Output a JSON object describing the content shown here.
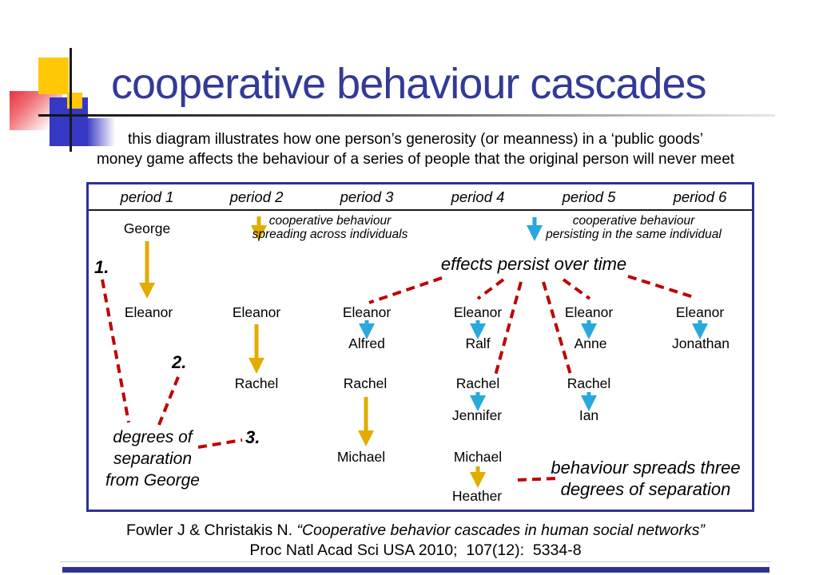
{
  "slide": {
    "title": "cooperative behaviour cascades",
    "subtitle_line1": "this diagram illustrates how one person’s generosity (or meanness) in a ‘public goods’",
    "subtitle_line2": "money game affects the behaviour of a series of people that the original person will never meet"
  },
  "diagram": {
    "periods": [
      "period 1",
      "period 2",
      "period 3",
      "period 4",
      "period 5",
      "period 6"
    ],
    "legend": {
      "spreading_line1": "cooperative behaviour",
      "spreading_line2": "spreading across individuals",
      "persisting_line1": "cooperative behaviour",
      "persisting_line2": "persisting in the same individual"
    },
    "annotations": {
      "effects": "effects persist over time",
      "degrees_line1": "degrees of",
      "degrees_line2": "separation",
      "degrees_line3": "from George",
      "spreads_line1": "behaviour spreads three",
      "spreads_line2": "degrees of separation",
      "marker1": "1.",
      "marker2": "2.",
      "marker3": "3."
    },
    "cascade": {
      "col1": {
        "p1": "George",
        "p2": "Eleanor"
      },
      "col2": {
        "p1": "Eleanor",
        "p2": "Rachel"
      },
      "col3": {
        "p1": "Eleanor",
        "p1b": "Alfred",
        "p2": "Rachel",
        "p3": "Michael"
      },
      "col4": {
        "p1": "Eleanor",
        "p1b": "Ralf",
        "p2": "Rachel",
        "p2b": "Jennifer",
        "p3": "Michael",
        "p3b": "Heather"
      },
      "col5": {
        "p1": "Eleanor",
        "p1b": "Anne",
        "p2": "Rachel",
        "p2b": "Ian"
      },
      "col6": {
        "p1": "Eleanor",
        "p1b": "Jonathan"
      }
    }
  },
  "citation": {
    "authors": "Fowler J & Christakis N. ",
    "title": "“Cooperative behavior cascades in human social networks”",
    "line2": "Proc Natl Acad Sci USA 2010;  107(12):  5334-8"
  },
  "colors": {
    "navy_border": "#2E3192",
    "title_blue": "#333A96",
    "gold_arrow": "#E3AC00",
    "cyan_arrow": "#29A8DC",
    "red_dashed": "#C00000",
    "deco_yellow": "#FFC907",
    "deco_blue": "#3538C4",
    "deco_pink": "#E8333C"
  }
}
